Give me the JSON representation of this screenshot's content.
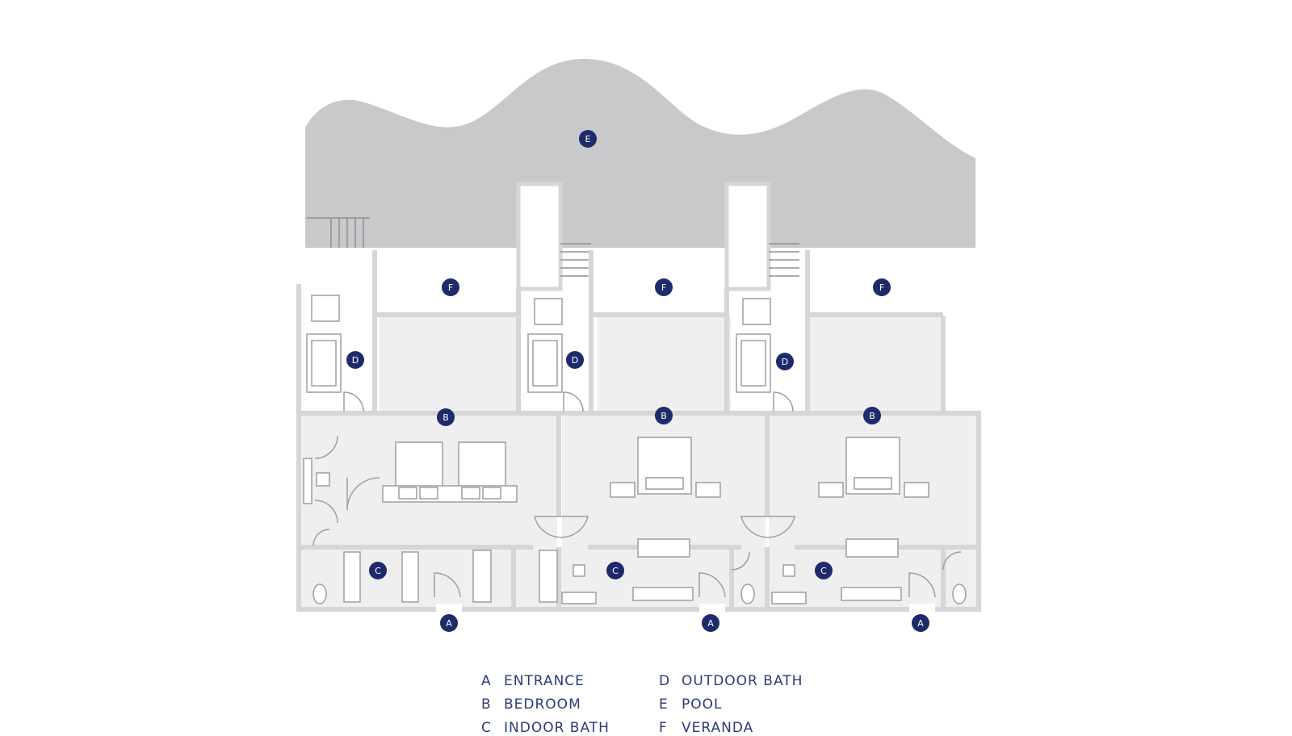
{
  "colors": {
    "pool": "#c9c9cb",
    "room": "#efefef",
    "wall": "#d6d6d8",
    "fixture": "#9e9ea4",
    "marker": "#1f2a6b",
    "text": "#2c3a7a"
  },
  "markers": [
    {
      "label": "E",
      "name": "marker-pool"
    },
    {
      "label": "F",
      "name": "marker-veranda-1"
    },
    {
      "label": "F",
      "name": "marker-veranda-2"
    },
    {
      "label": "F",
      "name": "marker-veranda-3"
    },
    {
      "label": "D",
      "name": "marker-outdoor-bath-1"
    },
    {
      "label": "D",
      "name": "marker-outdoor-bath-2"
    },
    {
      "label": "D",
      "name": "marker-outdoor-bath-3"
    },
    {
      "label": "B",
      "name": "marker-bedroom-1"
    },
    {
      "label": "B",
      "name": "marker-bedroom-2"
    },
    {
      "label": "B",
      "name": "marker-bedroom-3"
    },
    {
      "label": "C",
      "name": "marker-indoor-bath-1"
    },
    {
      "label": "C",
      "name": "marker-indoor-bath-2"
    },
    {
      "label": "C",
      "name": "marker-indoor-bath-3"
    },
    {
      "label": "A",
      "name": "marker-entrance-1"
    },
    {
      "label": "A",
      "name": "marker-entrance-2"
    },
    {
      "label": "A",
      "name": "marker-entrance-3"
    }
  ],
  "legend": [
    {
      "key": "A",
      "text": "ENTRANCE"
    },
    {
      "key": "D",
      "text": "OUTDOOR BATH"
    },
    {
      "key": "B",
      "text": "BEDROOM"
    },
    {
      "key": "E",
      "text": "POOL"
    },
    {
      "key": "C",
      "text": "INDOOR BATH"
    },
    {
      "key": "F",
      "text": "VERANDA"
    }
  ]
}
